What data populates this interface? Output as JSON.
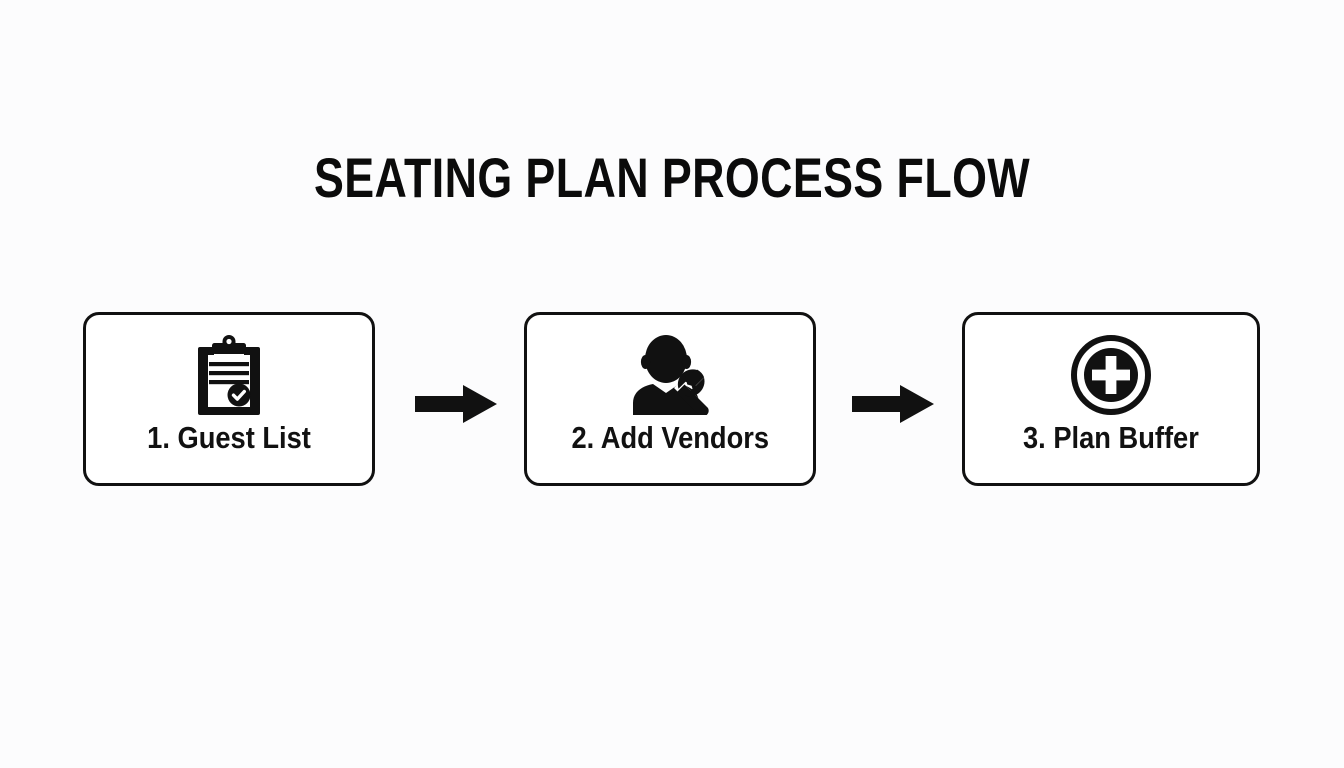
{
  "slide": {
    "title": "SEATING PLAN PROCESS FLOW",
    "background_color": "#fcfcfd",
    "ink_color": "#111111"
  },
  "flow": {
    "steps": [
      {
        "label": "1. Guest List",
        "icon": "clipboard-check-icon"
      },
      {
        "label": "2. Add Vendors",
        "icon": "worker-wrench-icon"
      },
      {
        "label": "3. Plan Buffer",
        "icon": "plus-circle-icon"
      }
    ],
    "connectors": [
      {
        "icon": "arrow-right-icon"
      },
      {
        "icon": "arrow-right-icon"
      }
    ]
  }
}
